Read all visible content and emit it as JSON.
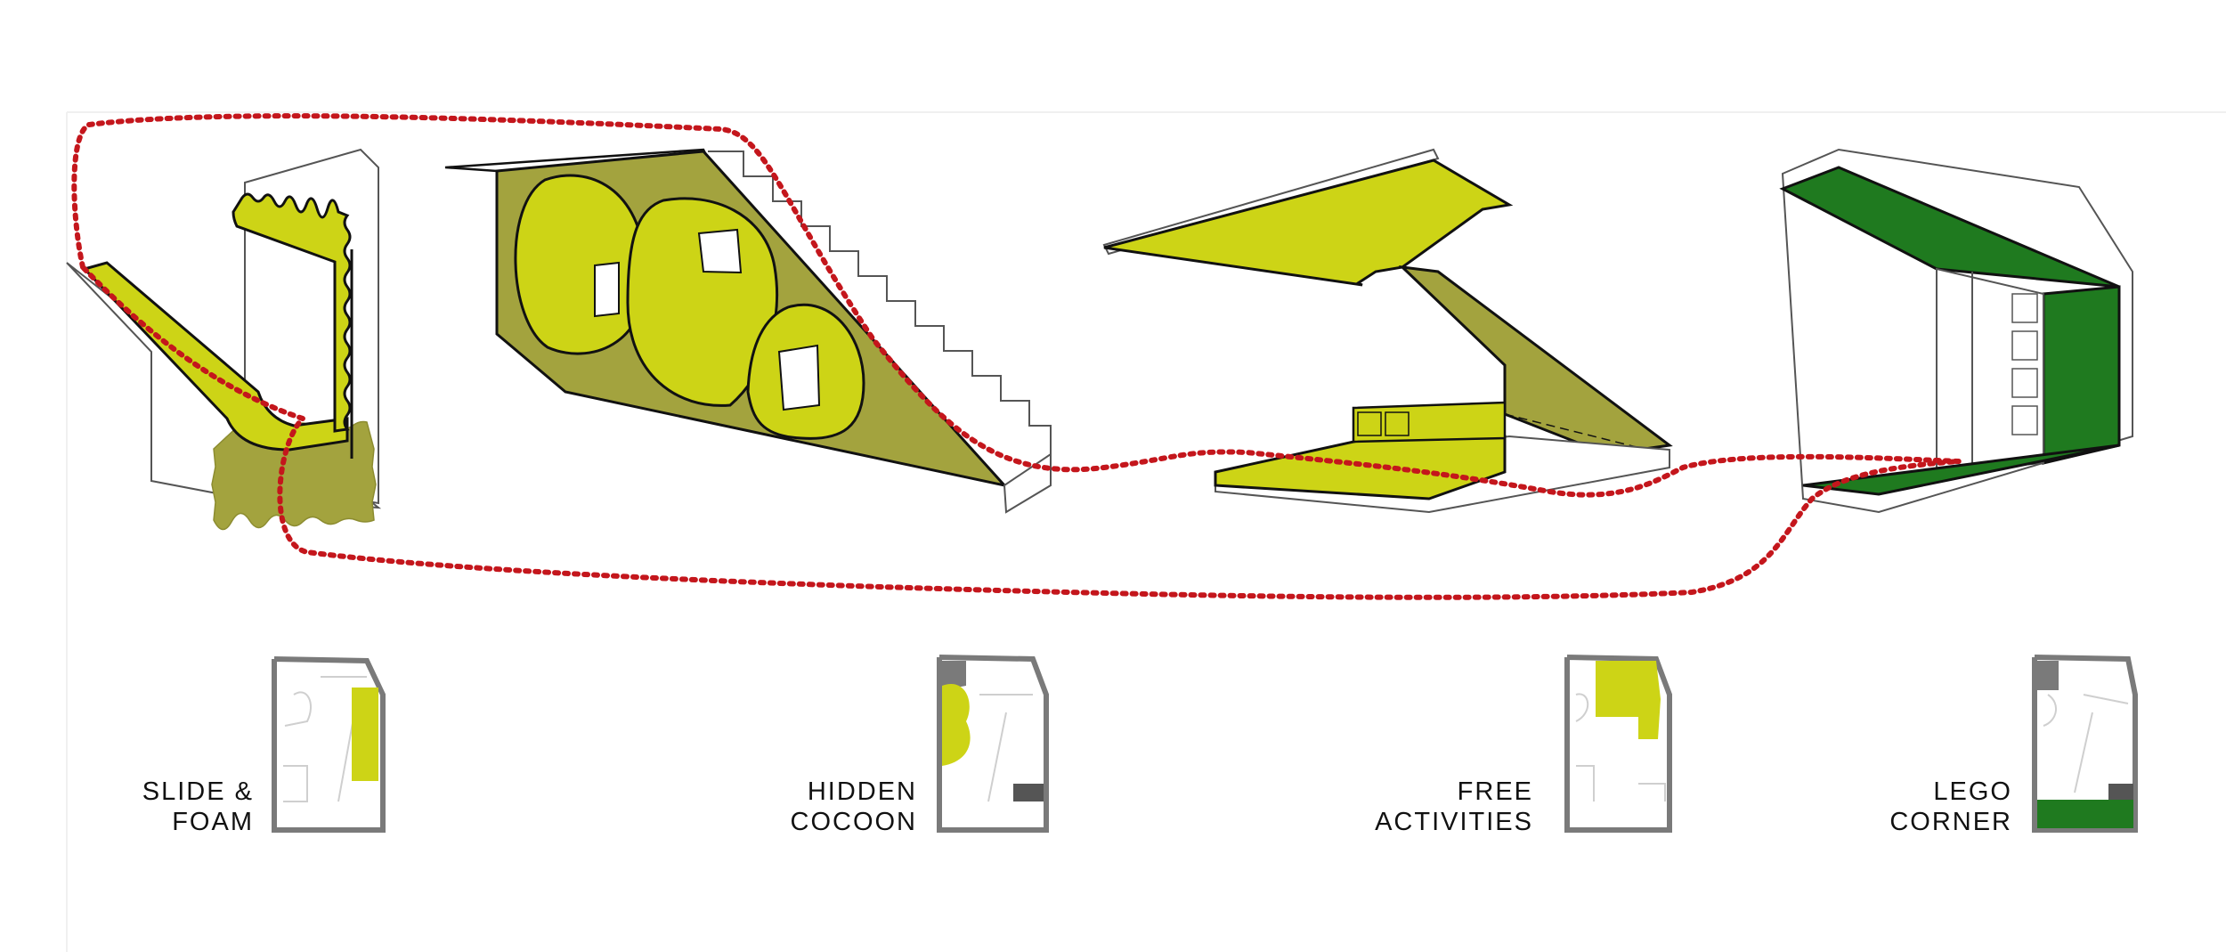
{
  "colors": {
    "lime": "#cdd416",
    "olive": "#a3a33e",
    "green": "#1f7a1f",
    "route": "#c4161c",
    "outline": "#111111",
    "plan_wall": "#7a7a7a"
  },
  "zones": [
    {
      "line1": "SLIDE &",
      "line2": "FOAM"
    },
    {
      "line1": "HIDDEN",
      "line2": "COCOON"
    },
    {
      "line1": "FREE",
      "line2": "ACTIVITIES"
    },
    {
      "line1": "LEGO",
      "line2": "CORNER"
    }
  ]
}
